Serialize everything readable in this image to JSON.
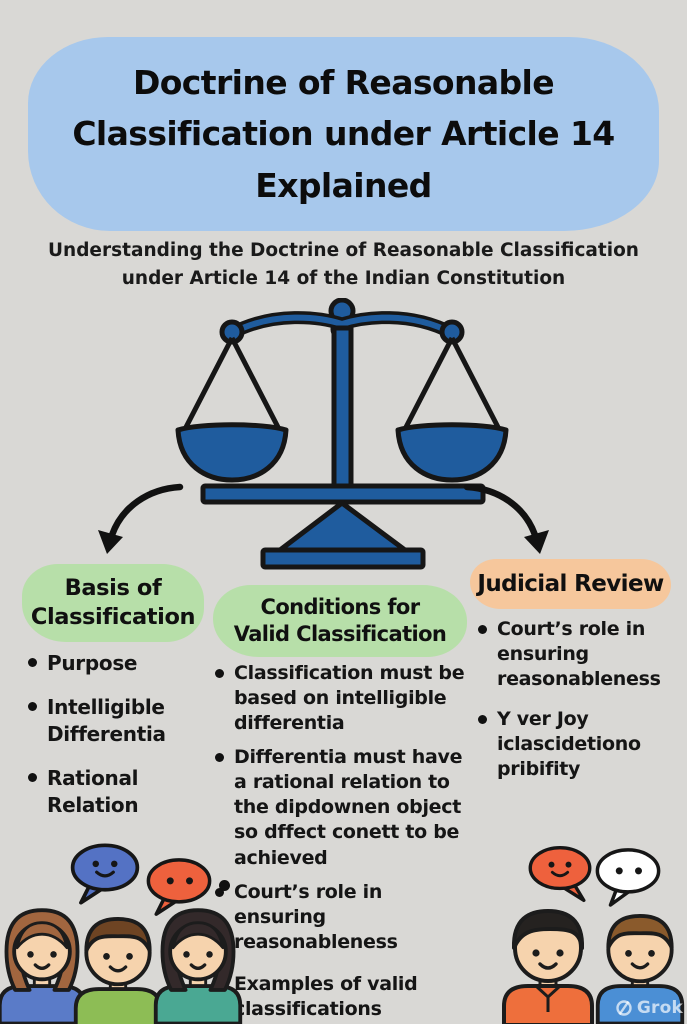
{
  "header": {
    "title_lines": [
      "Doctrine of Reasonable",
      "Classification under Article 14",
      "Explained"
    ],
    "subtitle_lines": [
      "Understanding the Doctrine of Reasonable Classification",
      "under Article 14 of the Indian Constitution"
    ]
  },
  "columns": {
    "basis": {
      "heading_lines": [
        "Basis of",
        "Classification"
      ],
      "items": [
        "Purpose",
        "Intelligible Differentia",
        "Rational Relation"
      ]
    },
    "conditions": {
      "heading_lines": [
        "Conditions for",
        "Valid Classification"
      ],
      "items": [
        "Classification must be based on intelligible differentia",
        "Differentia must have a rational relation to the dipdownen object so dffect conett to be achieved",
        "Court’s role in ensuring reasonableness"
      ],
      "note": "Examples of valid classifications"
    },
    "judicial": {
      "heading": "Judicial Review",
      "items": [
        "Court’s role in ensuring reasonableness",
        "Y ver Joy iclascidetiono pribifity"
      ]
    }
  },
  "watermark": {
    "label": "Grok"
  },
  "icons": {
    "center": "balance-scale-icon",
    "pointers": [
      "curved-arrow-left-icon",
      "curved-arrow-right-icon"
    ],
    "speech": [
      "smiley-speech-bubble",
      "dots-speech-bubble"
    ]
  },
  "colors": {
    "background": "#d9d8d5",
    "title_bubble": "#a7c8ec",
    "green_highlight": "#b7dfa9",
    "orange_highlight": "#f6c79c",
    "scale_blue": "#1f5c9e",
    "outline_black": "#161616",
    "speech_blue": "#5472c4",
    "speech_orange": "#ee613d",
    "speech_white": "#ffffff"
  }
}
